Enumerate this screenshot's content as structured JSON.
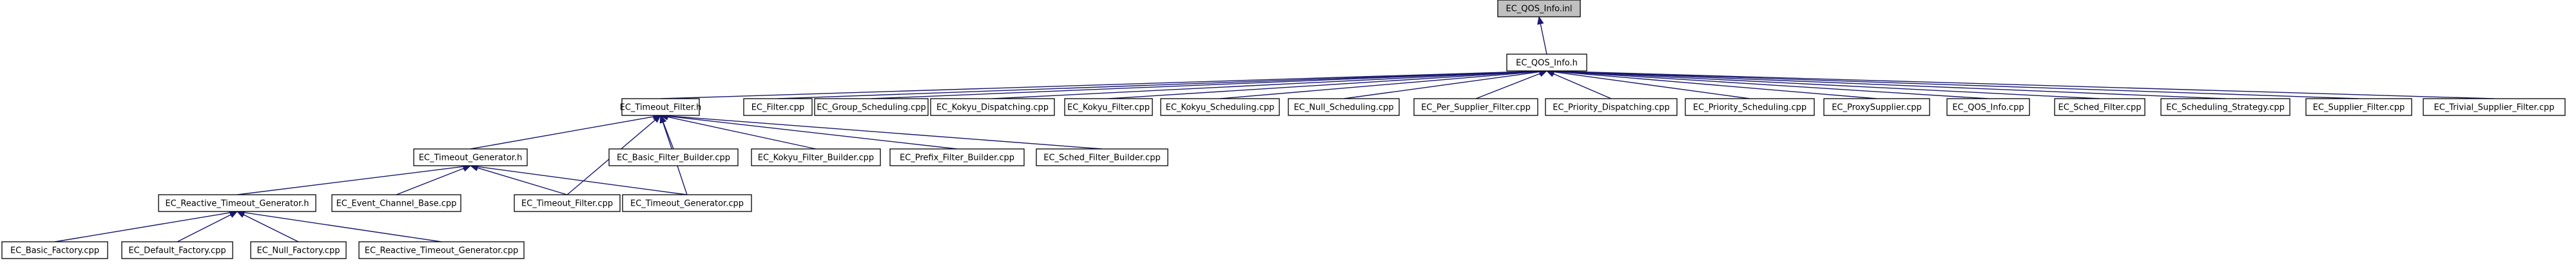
{
  "nodes": [
    {
      "id": "ec_qos_info_inl",
      "label": "EC_QOS_Info.inl",
      "root": true
    },
    {
      "id": "ec_qos_info_h",
      "label": "EC_QOS_Info.h"
    },
    {
      "id": "ec_timeout_filter_h",
      "label": "EC_Timeout_Filter.h"
    },
    {
      "id": "ec_filter_cpp",
      "label": "EC_Filter.cpp"
    },
    {
      "id": "ec_group_scheduling_cpp",
      "label": "EC_Group_Scheduling.cpp"
    },
    {
      "id": "ec_kokyu_dispatching_cpp",
      "label": "EC_Kokyu_Dispatching.cpp"
    },
    {
      "id": "ec_kokyu_filter_cpp",
      "label": "EC_Kokyu_Filter.cpp"
    },
    {
      "id": "ec_kokyu_scheduling_cpp",
      "label": "EC_Kokyu_Scheduling.cpp"
    },
    {
      "id": "ec_null_scheduling_cpp",
      "label": "EC_Null_Scheduling.cpp"
    },
    {
      "id": "ec_per_supplier_filter_cpp",
      "label": "EC_Per_Supplier_Filter.cpp"
    },
    {
      "id": "ec_priority_dispatching_cpp",
      "label": "EC_Priority_Dispatching.cpp"
    },
    {
      "id": "ec_priority_scheduling_cpp",
      "label": "EC_Priority_Scheduling.cpp"
    },
    {
      "id": "ec_proxysupplier_cpp",
      "label": "EC_ProxySupplier.cpp"
    },
    {
      "id": "ec_qos_info_cpp",
      "label": "EC_QOS_Info.cpp"
    },
    {
      "id": "ec_sched_filter_cpp",
      "label": "EC_Sched_Filter.cpp"
    },
    {
      "id": "ec_scheduling_strategy_cpp",
      "label": "EC_Scheduling_Strategy.cpp"
    },
    {
      "id": "ec_supplier_filter_cpp",
      "label": "EC_Supplier_Filter.cpp"
    },
    {
      "id": "ec_trivial_supplier_filter_cpp",
      "label": "EC_Trivial_Supplier_Filter.cpp"
    },
    {
      "id": "ec_timeout_generator_h",
      "label": "EC_Timeout_Generator.h"
    },
    {
      "id": "ec_basic_filter_builder_cpp",
      "label": "EC_Basic_Filter_Builder.cpp"
    },
    {
      "id": "ec_kokyu_filter_builder_cpp",
      "label": "EC_Kokyu_Filter_Builder.cpp"
    },
    {
      "id": "ec_prefix_filter_builder_cpp",
      "label": "EC_Prefix_Filter_Builder.cpp"
    },
    {
      "id": "ec_sched_filter_builder_cpp",
      "label": "EC_Sched_Filter_Builder.cpp"
    },
    {
      "id": "ec_reactive_timeout_generator_h",
      "label": "EC_Reactive_Timeout_Generator.h"
    },
    {
      "id": "ec_event_channel_base_cpp",
      "label": "EC_Event_Channel_Base.cpp"
    },
    {
      "id": "ec_timeout_filter_cpp",
      "label": "EC_Timeout_Filter.cpp"
    },
    {
      "id": "ec_timeout_generator_cpp",
      "label": "EC_Timeout_Generator.cpp"
    },
    {
      "id": "ec_basic_factory_cpp",
      "label": "EC_Basic_Factory.cpp"
    },
    {
      "id": "ec_default_factory_cpp",
      "label": "EC_Default_Factory.cpp"
    },
    {
      "id": "ec_null_factory_cpp",
      "label": "EC_Null_Factory.cpp"
    },
    {
      "id": "ec_reactive_timeout_generator_cpp",
      "label": "EC_Reactive_Timeout_Generator.cpp"
    }
  ],
  "edges": [
    [
      "ec_qos_info_h",
      "ec_qos_info_inl"
    ],
    [
      "ec_timeout_filter_h",
      "ec_qos_info_h"
    ],
    [
      "ec_filter_cpp",
      "ec_qos_info_h"
    ],
    [
      "ec_group_scheduling_cpp",
      "ec_qos_info_h"
    ],
    [
      "ec_kokyu_dispatching_cpp",
      "ec_qos_info_h"
    ],
    [
      "ec_kokyu_filter_cpp",
      "ec_qos_info_h"
    ],
    [
      "ec_kokyu_scheduling_cpp",
      "ec_qos_info_h"
    ],
    [
      "ec_null_scheduling_cpp",
      "ec_qos_info_h"
    ],
    [
      "ec_per_supplier_filter_cpp",
      "ec_qos_info_h"
    ],
    [
      "ec_priority_dispatching_cpp",
      "ec_qos_info_h"
    ],
    [
      "ec_priority_scheduling_cpp",
      "ec_qos_info_h"
    ],
    [
      "ec_proxysupplier_cpp",
      "ec_qos_info_h"
    ],
    [
      "ec_qos_info_cpp",
      "ec_qos_info_h"
    ],
    [
      "ec_sched_filter_cpp",
      "ec_qos_info_h"
    ],
    [
      "ec_scheduling_strategy_cpp",
      "ec_qos_info_h"
    ],
    [
      "ec_supplier_filter_cpp",
      "ec_qos_info_h"
    ],
    [
      "ec_trivial_supplier_filter_cpp",
      "ec_qos_info_h"
    ],
    [
      "ec_timeout_generator_h",
      "ec_timeout_filter_h"
    ],
    [
      "ec_basic_filter_builder_cpp",
      "ec_timeout_filter_h"
    ],
    [
      "ec_kokyu_filter_builder_cpp",
      "ec_timeout_filter_h"
    ],
    [
      "ec_prefix_filter_builder_cpp",
      "ec_timeout_filter_h"
    ],
    [
      "ec_sched_filter_builder_cpp",
      "ec_timeout_filter_h"
    ],
    [
      "ec_timeout_filter_cpp",
      "ec_timeout_filter_h"
    ],
    [
      "ec_timeout_generator_cpp",
      "ec_timeout_filter_h"
    ],
    [
      "ec_reactive_timeout_generator_h",
      "ec_timeout_generator_h"
    ],
    [
      "ec_event_channel_base_cpp",
      "ec_timeout_generator_h"
    ],
    [
      "ec_timeout_filter_cpp",
      "ec_timeout_generator_h"
    ],
    [
      "ec_timeout_generator_cpp",
      "ec_timeout_generator_h"
    ],
    [
      "ec_basic_factory_cpp",
      "ec_reactive_timeout_generator_h"
    ],
    [
      "ec_default_factory_cpp",
      "ec_reactive_timeout_generator_h"
    ],
    [
      "ec_null_factory_cpp",
      "ec_reactive_timeout_generator_h"
    ],
    [
      "ec_reactive_timeout_generator_cpp",
      "ec_reactive_timeout_generator_h"
    ]
  ],
  "colors": {
    "edge": "#191970",
    "root_fill": "#c0c0c0",
    "node_fill": "#ffffff",
    "border": "#000000"
  }
}
